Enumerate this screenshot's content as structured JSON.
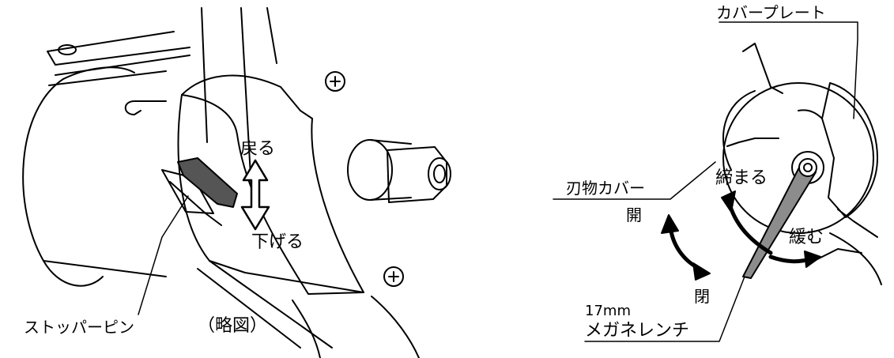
{
  "left_figure": {
    "label_return": "戻る",
    "label_lower": "下げる",
    "label_stopper_pin": "ストッパーピン",
    "label_schematic": "（略図）"
  },
  "right_figure": {
    "label_cover_plate": "カバープレート",
    "label_blade_cover": "刃物カバー",
    "label_open": "開",
    "label_close": "閉",
    "label_tighten": "締まる",
    "label_loosen": "緩む",
    "label_wrench_size": "17mm",
    "label_wrench": "メガネレンチ"
  },
  "colors": {
    "line": "#000000",
    "background": "#ffffff",
    "wrench_fill": "#8c8c8c"
  }
}
